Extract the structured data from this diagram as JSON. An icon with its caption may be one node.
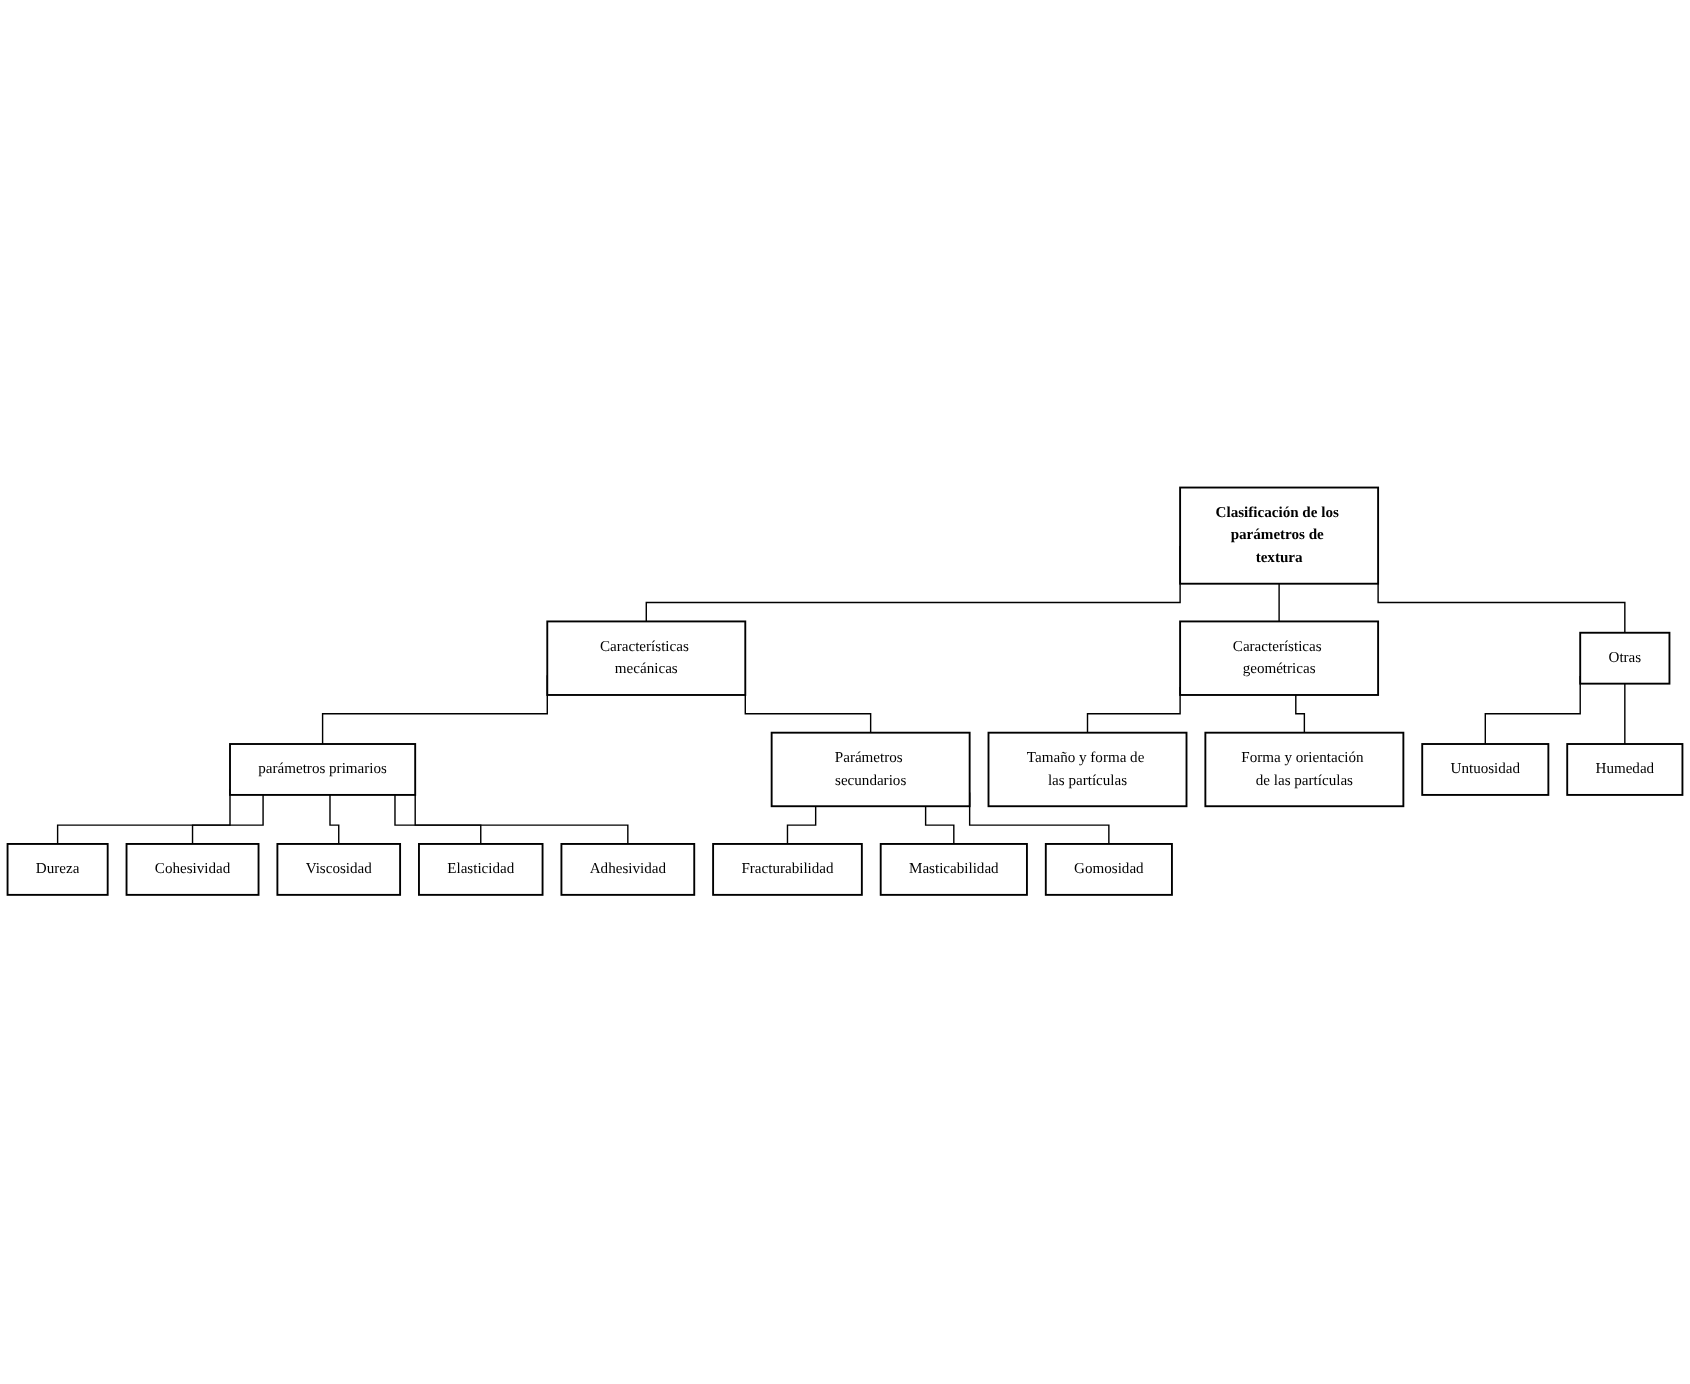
{
  "diagram": {
    "nodes": [
      {
        "text": [
          "Clasificación de los parámetros de textura"
        ]
      },
      {
        "text": [
          "Características mecánicas"
        ]
      },
      {
        "text": [
          "Características geométricas"
        ]
      },
      {
        "text": [
          "Otras"
        ]
      },
      {
        "text": [
          "parámetros primarios"
        ]
      },
      {
        "text": [
          "Parámetros secundarios"
        ]
      },
      {
        "text": [
          "Tamaño y forma de las partículas"
        ]
      },
      {
        "text": [
          "Forma y orientación de las partículas"
        ]
      },
      {
        "text": [
          "Untuosidad"
        ]
      },
      {
        "text": [
          "Humedad"
        ]
      },
      {
        "text": [
          "Dureza"
        ]
      },
      {
        "text": [
          "Cohesividad"
        ]
      },
      {
        "text": [
          "Viscosidad"
        ]
      },
      {
        "text": [
          "Elasticidad"
        ]
      },
      {
        "text": [
          "Adhesividad"
        ]
      },
      {
        "text": [
          "Fracturabilidad"
        ]
      },
      {
        "text": [
          "Masticabilidad"
        ]
      },
      {
        "text": [
          "Gomosidad"
        ]
      }
    ],
    "edges": [
      {
        "from": 0,
        "to": 1,
        "arrow": "none"
      },
      {
        "from": 0,
        "to": 2,
        "arrow": "none"
      },
      {
        "from": 0,
        "to": 3,
        "arrow": "none"
      },
      {
        "from": 1,
        "to": 4,
        "arrow": "none"
      },
      {
        "from": 1,
        "to": 5,
        "arrow": "none"
      },
      {
        "from": 2,
        "to": 6,
        "arrow": "none"
      },
      {
        "from": 2,
        "to": 7,
        "arrow": "none"
      },
      {
        "from": 3,
        "to": 8,
        "arrow": "none"
      },
      {
        "from": 3,
        "to": 9,
        "arrow": "none"
      },
      {
        "from": 4,
        "to": 10,
        "arrow": "none"
      },
      {
        "from": 4,
        "to": 11,
        "arrow": "none"
      },
      {
        "from": 4,
        "to": 12,
        "arrow": "none"
      },
      {
        "from": 4,
        "to": 13,
        "arrow": "none"
      },
      {
        "from": 4,
        "to": 14,
        "arrow": "none"
      },
      {
        "from": 5,
        "to": 15,
        "arrow": "none"
      },
      {
        "from": 5,
        "to": 16,
        "arrow": "none"
      },
      {
        "from": 5,
        "to": 17,
        "arrow": "none"
      }
    ]
  }
}
